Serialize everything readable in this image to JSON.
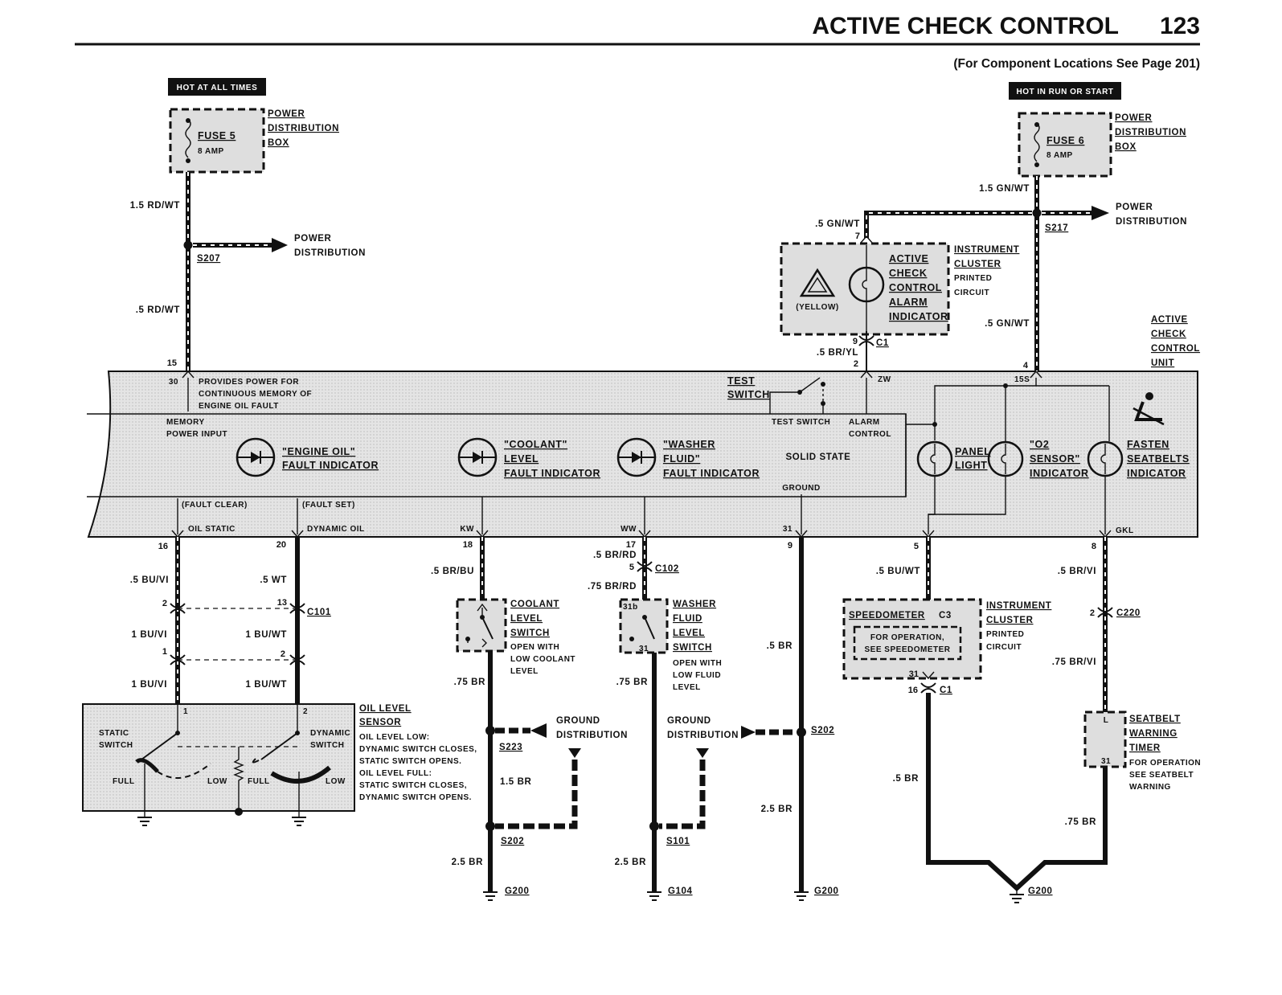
{
  "header": {
    "title": "ACTIVE CHECK CONTROL",
    "page_number": "123",
    "locations_note": "(For Component Locations See Page 201)"
  },
  "power_left": {
    "hot_label": "HOT AT ALL TIMES",
    "fuse": "FUSE 5",
    "amp": "8 AMP",
    "box_line1": "POWER",
    "box_line2": "DISTRIBUTION",
    "box_line3": "BOX",
    "wire_top": "1.5 RD/WT",
    "splice": "S207",
    "dist_line1": "POWER",
    "dist_line2": "DISTRIBUTION",
    "wire_bottom": ".5 RD/WT",
    "pin": "15"
  },
  "power_right": {
    "hot_label": "HOT IN RUN OR START",
    "fuse": "FUSE 6",
    "amp": "8 AMP",
    "box_line1": "POWER",
    "box_line2": "DISTRIBUTION",
    "box_line3": "BOX",
    "wire_top": "1.5 GN/WT",
    "splice": "S217",
    "dist_line1": "POWER",
    "dist_line2": "DISTRIBUTION",
    "wire_branch": ".5 GN/WT",
    "branch_pin": "7",
    "wire_bottom": ".5 GN/WT",
    "pin": "4"
  },
  "alarm": {
    "color": "(YELLOW)",
    "name1": "ACTIVE",
    "name2": "CHECK",
    "name3": "CONTROL",
    "name4": "ALARM",
    "name5": "INDICATOR",
    "cluster1": "INSTRUMENT",
    "cluster2": "CLUSTER",
    "cluster3": "PRINTED",
    "cluster4": "CIRCUIT",
    "pin_out": "9",
    "connector": "C1",
    "wire": ".5 BR/YL",
    "pin_unit": "2"
  },
  "unit": {
    "title1": "ACTIVE",
    "title2": "CHECK",
    "title3": "CONTROL",
    "title4": "UNIT",
    "pin30": "30",
    "provides1": "PROVIDES POWER FOR",
    "provides2": "CONTINUOUS MEMORY OF",
    "provides3": "ENGINE OIL FAULT",
    "memory1": "MEMORY",
    "memory2": "POWER INPUT",
    "test1": "TEST",
    "test2": "SWITCH",
    "test_switch": "TEST SWITCH",
    "alarm1": "ALARM",
    "alarm2": "CONTROL",
    "zw": "ZW",
    "pin15s": "15S",
    "engine_oil1": "\"ENGINE OIL\"",
    "engine_oil2": "FAULT INDICATOR",
    "coolant1": "\"COOLANT\"",
    "coolant2": "LEVEL",
    "coolant3": "FAULT INDICATOR",
    "washer1": "\"WASHER",
    "washer2": "FLUID\"",
    "washer3": "FAULT INDICATOR",
    "solid_state": "SOLID STATE",
    "ground": "GROUND",
    "panel1": "PANEL",
    "panel2": "LIGHT",
    "o2_1": "\"O2",
    "o2_2": "SENSOR\"",
    "o2_3": "INDICATOR",
    "fasten1": "FASTEN",
    "fasten2": "SEATBELTS",
    "fasten3": "INDICATOR",
    "fault_clear": "(FAULT CLEAR)",
    "fault_set": "(FAULT SET)",
    "oil_static": "OIL STATIC",
    "dynamic_oil": "DYNAMIC OIL",
    "kw": "KW",
    "ww": "WW",
    "pin31": "31",
    "gkl": "GKL"
  },
  "oil": {
    "pin16": "16",
    "pin20": "20",
    "wire16": ".5 BU/VI",
    "wire20": ".5 WT",
    "c_pin2": "2",
    "c_pin13": "13",
    "connector": "C101",
    "wire_a": "1 BU/VI",
    "wire_b": "1 BU/WT",
    "c_pin1": "1",
    "c_pin2b": "2",
    "wire_c": "1 BU/VI",
    "wire_d": "1 BU/WT",
    "s_pin1": "1",
    "s_pin2": "2",
    "static1": "STATIC",
    "static2": "SWITCH",
    "dynamic1": "DYNAMIC",
    "dynamic2": "SWITCH",
    "full": "FULL",
    "low": "LOW",
    "sensor1": "OIL LEVEL",
    "sensor2": "SENSOR",
    "desc1": "OIL LEVEL LOW:",
    "desc2": "DYNAMIC SWITCH CLOSES,",
    "desc3": "STATIC SWITCH OPENS.",
    "desc4": "OIL LEVEL FULL:",
    "desc5": "STATIC SWITCH CLOSES,",
    "desc6": "DYNAMIC SWITCH OPENS."
  },
  "coolant": {
    "pin": "18",
    "wire1": ".5 BR/BU",
    "name1": "COOLANT",
    "name2": "LEVEL",
    "name3": "SWITCH",
    "note1": "OPEN WITH",
    "note2": "LOW COOLANT",
    "note3": "LEVEL",
    "wire2": ".75 BR",
    "splice1": "S223",
    "gd1": "GROUND",
    "gd2": "DISTRIBUTION",
    "wire3": "1.5 BR",
    "splice2": "S202",
    "wire4": "2.5 BR",
    "ground": "G200"
  },
  "washer": {
    "pin": "17",
    "wire1": ".5 BR/RD",
    "c_pin": "5",
    "connector": "C102",
    "wire2": ".75 BR/RD",
    "pin31b": "31b",
    "pin31": "31",
    "name1": "WASHER",
    "name2": "FLUID",
    "name3": "LEVEL",
    "name4": "SWITCH",
    "note1": "OPEN WITH",
    "note2": "LOW FLUID",
    "note3": "LEVEL",
    "wire3": ".75 BR",
    "gd1": "GROUND",
    "gd2": "DISTRIBUTION",
    "splice": "S101",
    "wire4": "2.5 BR",
    "ground": "G104"
  },
  "ground31": {
    "pin": "9",
    "wire1": ".5 BR",
    "splice": "S202",
    "wire2": "2.5 BR",
    "ground": "G200"
  },
  "speedo": {
    "pin": "5",
    "wire1": ".5 BU/WT",
    "name": "SPEEDOMETER",
    "c3": "C3",
    "note1": "FOR OPERATION,",
    "note2": "SEE SPEEDOMETER",
    "cluster1": "INSTRUMENT",
    "cluster2": "CLUSTER",
    "cluster3": "PRINTED",
    "cluster4": "CIRCUIT",
    "pin31": "31",
    "pin16": "16",
    "connector": "C1",
    "wire2": ".5 BR"
  },
  "seatbelt": {
    "pin": "8",
    "wire1": ".5 BR/VI",
    "c_pin": "2",
    "connector": "C220",
    "wire2": ".75 BR/VI",
    "pin_l": "L",
    "pin31": "31",
    "name1": "SEATBELT",
    "name2": "WARNING",
    "name3": "TIMER",
    "note1": "FOR OPERATION",
    "note2": "SEE SEATBELT",
    "note3": "WARNING",
    "wire3": ".75 BR",
    "ground": "G200"
  }
}
